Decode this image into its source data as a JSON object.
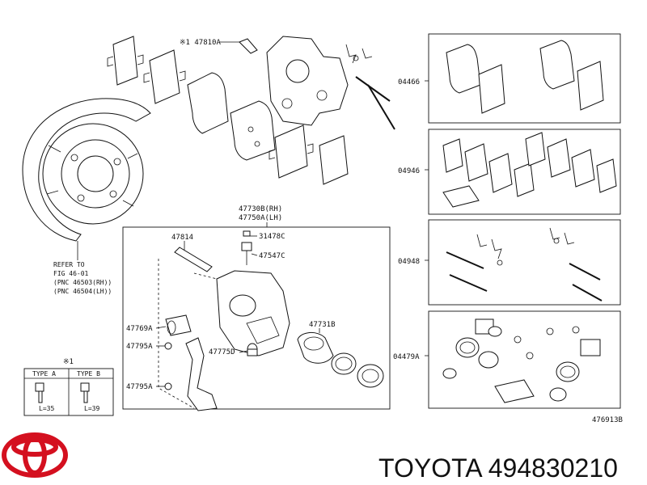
{
  "parts": {
    "p47810A": "※1 47810A",
    "p47730B": "47730B(RH)",
    "p47750A": "47750A(LH)",
    "p47814": "47814",
    "p31478C": "31478C",
    "p47547C": "47547C",
    "p47769A": "47769A",
    "p47795A_1": "47795A",
    "p47775D": "47775D",
    "p47731B": "47731B",
    "p47795A_2": "47795A",
    "p04466": "04466",
    "p04946": "04946",
    "p04948": "04948",
    "p04479A": "04479A"
  },
  "refer": {
    "line1": "REFER TO",
    "line2": "FIG 46-01",
    "line3": "(PNC 46503(RH))",
    "line4": "(PNC 46504(LH))"
  },
  "bolt_table": {
    "mark": "※1",
    "type_a": "TYPE A",
    "type_b": "TYPE B",
    "len_a": "L=35",
    "len_b": "L=39"
  },
  "figure_code": "476913B",
  "brand_line": "TOYOTA 494830210",
  "colors": {
    "logo": "#d4101f",
    "ink": "#111111"
  }
}
